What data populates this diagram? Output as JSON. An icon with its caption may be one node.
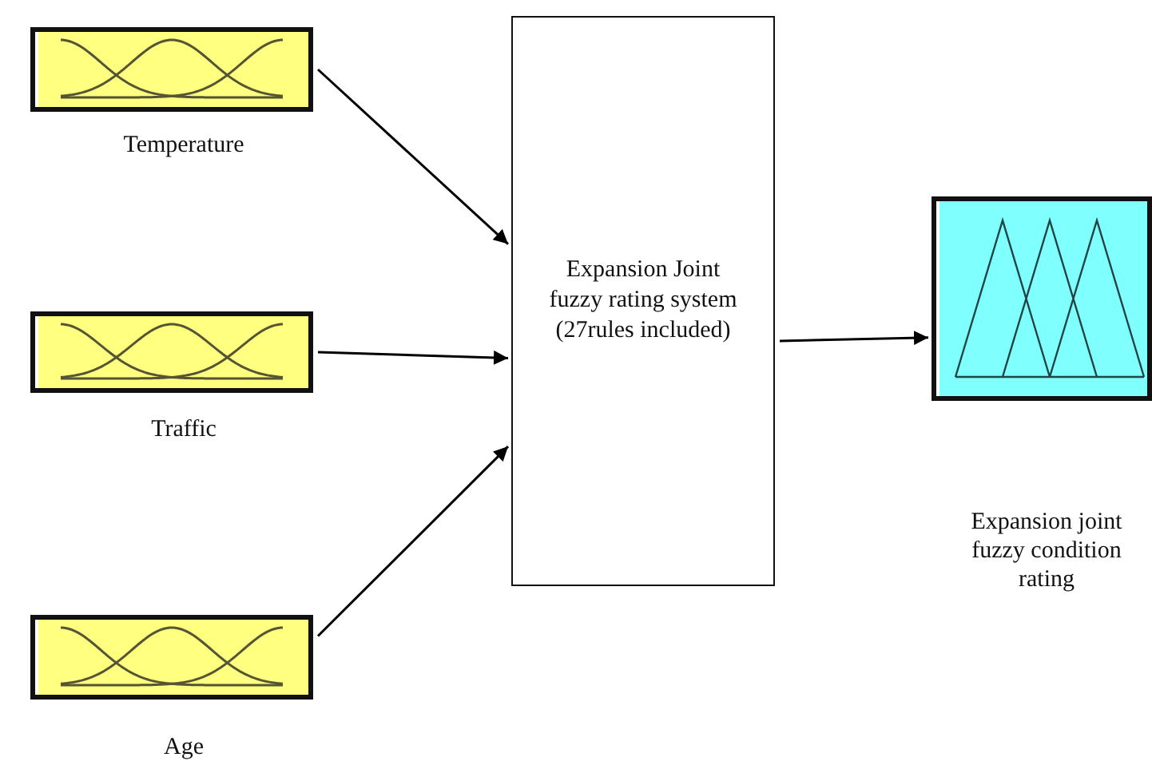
{
  "diagram": {
    "nodes": [
      {
        "text": [],
        "shape": "picture",
        "beside": [
          "Temperature"
        ]
      },
      {
        "text": [],
        "shape": "picture",
        "beside": [
          "Traffic"
        ]
      },
      {
        "text": [],
        "shape": "picture",
        "beside": [
          "Age"
        ]
      },
      {
        "text": [
          "Expansion Joint fuzzy rating system (27rules included)"
        ]
      },
      {
        "text": [],
        "shape": "box"
      }
    ],
    "labels": [
      "Expansion joint fuzzy condition rating"
    ],
    "edges": [
      {
        "from": 0,
        "to": 3,
        "arrow": "to"
      },
      {
        "from": 1,
        "to": 3,
        "arrow": "to"
      },
      {
        "from": 2,
        "to": 3,
        "arrow": "to"
      },
      {
        "from": 3,
        "to": 4,
        "arrow": "to"
      }
    ]
  }
}
